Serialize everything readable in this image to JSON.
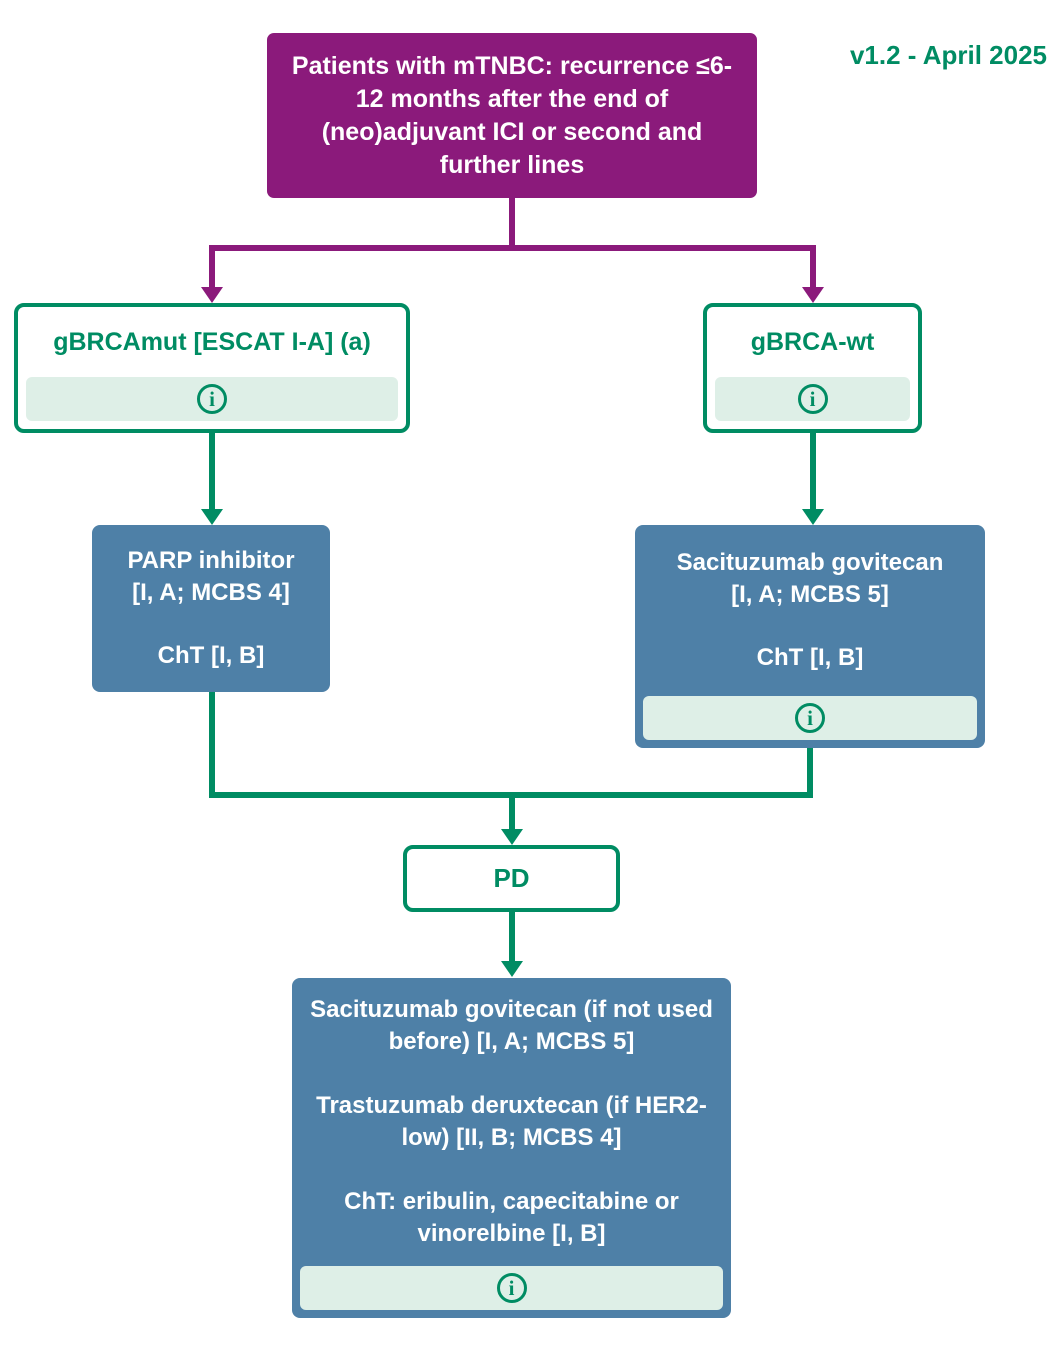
{
  "version": "v1.2 - April 2025",
  "nodes": {
    "root": {
      "text": "Patients with mTNBC: recurrence ≤6-12 months after the end of (neo)adjuvant ICI or second and further lines"
    },
    "brca_mut": {
      "title": "gBRCAmut [ESCAT I-A] (a)",
      "info_icon": "i"
    },
    "brca_wt": {
      "title": "gBRCA-wt",
      "info_icon": "i"
    },
    "parp": {
      "text": "PARP inhibitor\n[I, A; MCBS 4]\n\nChT [I, B]"
    },
    "sacituzumab": {
      "text": "Sacituzumab govitecan\n[I, A; MCBS 5]\n\nChT [I, B]",
      "info_icon": "i"
    },
    "pd": {
      "label": "PD"
    },
    "post_pd": {
      "text": "Sacituzumab govitecan (if not used before) [I, A; MCBS 5]\n\nTrastuzumab deruxtecan (if HER2-low) [II, B; MCBS 4]\n\nChT: eribulin, capecitabine or vinorelbine [I, B]",
      "info_icon": "i"
    }
  },
  "colors": {
    "magenta": "#8B1A7B",
    "green": "#008C63",
    "blue": "#4E80A7",
    "infobg": "#DEEFE7"
  }
}
